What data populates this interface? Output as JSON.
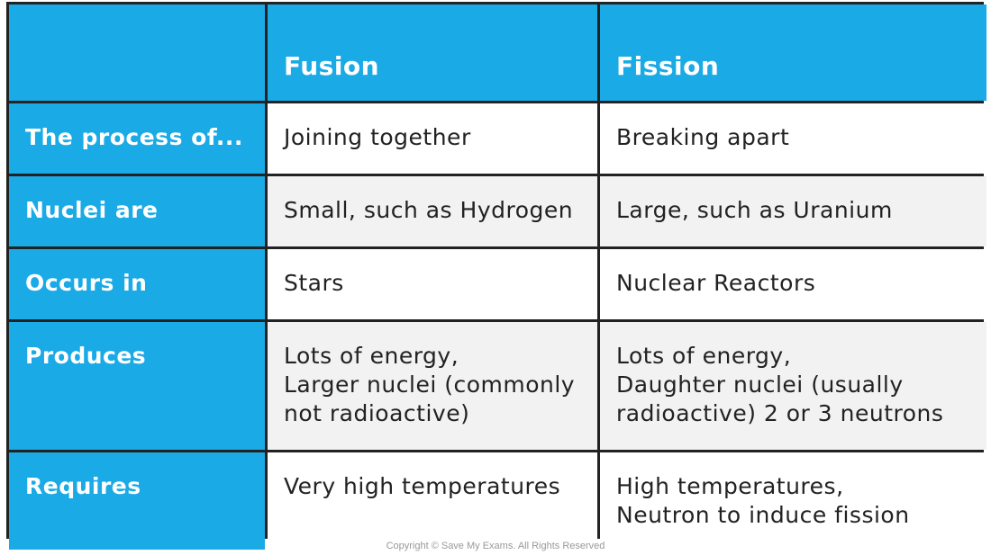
{
  "table": {
    "columns": [
      "",
      "Fusion",
      "Fission"
    ],
    "rows": [
      {
        "label": "The process of...",
        "fusion": "Joining together",
        "fission": "Breaking apart"
      },
      {
        "label": "Nuclei are",
        "fusion": "Small, such as Hydrogen",
        "fission": "Large, such as Uranium"
      },
      {
        "label": "Occurs in",
        "fusion": "Stars",
        "fission": "Nuclear Reactors"
      },
      {
        "label": "Produces",
        "fusion": "Lots of energy,\nLarger nuclei (commonly not radioactive)",
        "fission": "Lots of energy,\nDaughter nuclei (usually radioactive) 2 or 3 neutrons"
      },
      {
        "label": "Requires",
        "fusion": "Very high temperatures",
        "fission": "High temperatures,\nNeutron to induce fission"
      }
    ],
    "header_color": "#1aaae6"
  },
  "copyright": "Copyright © Save My Exams. All Rights Reserved"
}
